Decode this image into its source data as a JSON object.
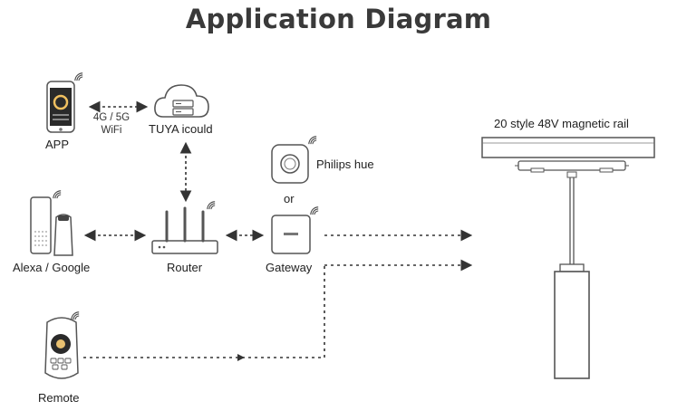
{
  "title": "Application Diagram",
  "nodes": {
    "app": "APP",
    "network": "4G / 5G",
    "wifi": "WiFi",
    "cloud": "TUYA icould",
    "voice": "Alexa / Google",
    "router": "Router",
    "hub": "Philips hue",
    "or": "or",
    "gateway": "Gateway",
    "rail": "20 style 48V magnetic rail",
    "remote": "Remote"
  },
  "colors": {
    "line": "#333333",
    "outline": "#555555",
    "light": "#f2f2f2"
  }
}
